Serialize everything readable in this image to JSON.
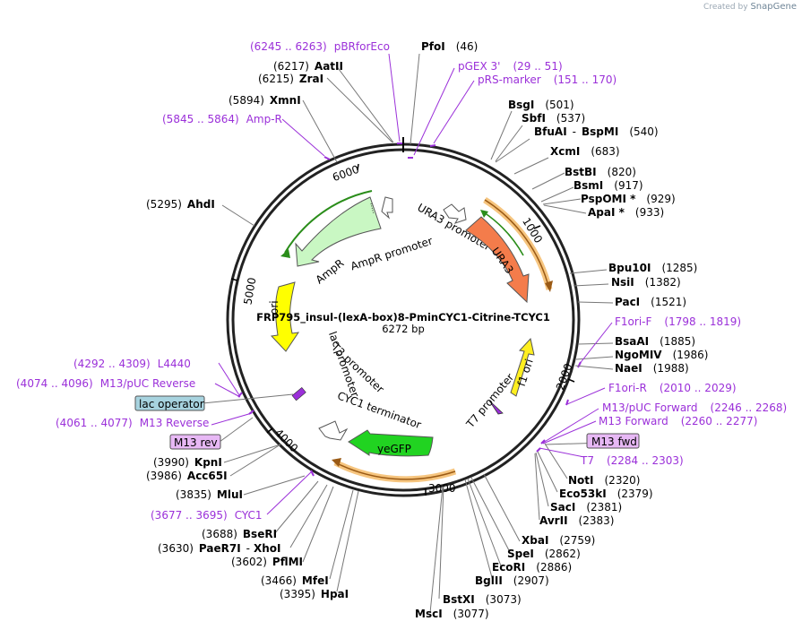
{
  "brand": {
    "created_by": "Created by",
    "name": "SnapGene"
  },
  "plasmid": {
    "name": "FRP795_insul-(lexA-box)8-PminCYC1-Citrine-TCYC1",
    "length_label": "6272 bp"
  },
  "ticks": [
    "1000",
    "2000",
    "3000",
    "4000",
    "5000",
    "6000"
  ],
  "enzymes": [
    {
      "name": "PfoI",
      "pos": "(46)"
    },
    {
      "name": "BsgI",
      "pos": "(501)"
    },
    {
      "name": "SbfI",
      "pos": "(537)"
    },
    {
      "name": "BfuAI",
      "name2": "BspMI",
      "pos": "(540)"
    },
    {
      "name": "XcmI",
      "pos": "(683)"
    },
    {
      "name": "BstBI",
      "pos": "(820)"
    },
    {
      "name": "BsmI",
      "pos": "(917)"
    },
    {
      "name": "PspOMI *",
      "pos": "(929)"
    },
    {
      "name": "ApaI *",
      "pos": "(933)"
    },
    {
      "name": "Bpu10I",
      "pos": "(1285)"
    },
    {
      "name": "NsiI",
      "pos": "(1382)"
    },
    {
      "name": "PacI",
      "pos": "(1521)"
    },
    {
      "name": "BsaAI",
      "pos": "(1885)"
    },
    {
      "name": "NgoMIV",
      "pos": "(1986)"
    },
    {
      "name": "NaeI",
      "pos": "(1988)"
    },
    {
      "name": "NotI",
      "pos": "(2320)"
    },
    {
      "name": "Eco53kI",
      "pos": "(2379)"
    },
    {
      "name": "SacI",
      "pos": "(2381)"
    },
    {
      "name": "AvrII",
      "pos": "(2383)"
    },
    {
      "name": "XbaI",
      "pos": "(2759)"
    },
    {
      "name": "SpeI",
      "pos": "(2862)"
    },
    {
      "name": "EcoRI",
      "pos": "(2886)"
    },
    {
      "name": "BglII",
      "pos": "(2907)"
    },
    {
      "name": "BstXI",
      "pos": "(3073)"
    },
    {
      "name": "MscI",
      "pos": "(3077)"
    },
    {
      "name": "HpaI",
      "pos": "(3395)"
    },
    {
      "name": "MfeI",
      "pos": "(3466)"
    },
    {
      "name": "PflMI",
      "pos": "(3602)"
    },
    {
      "name": "PaeR7I",
      "name2": "XhoI",
      "pos": "(3630)"
    },
    {
      "name": "BseRI",
      "pos": "(3688)"
    },
    {
      "name": "MluI",
      "pos": "(3835)"
    },
    {
      "name": "Acc65I",
      "pos": "(3986)"
    },
    {
      "name": "KpnI",
      "pos": "(3990)"
    },
    {
      "name": "AhdI",
      "pos": "(5295)"
    },
    {
      "name": "XmnI",
      "pos": "(5894)"
    },
    {
      "name": "ZraI",
      "pos": "(6215)"
    },
    {
      "name": "AatII",
      "pos": "(6217)"
    }
  ],
  "primers": [
    {
      "name": "pBRforEco",
      "range": "(6245 .. 6263)"
    },
    {
      "name": "pGEX 3'",
      "range": "(29 .. 51)"
    },
    {
      "name": "pRS-marker",
      "range": "(151 .. 170)"
    },
    {
      "name": "Amp-R",
      "range": "(5845 .. 5864)"
    },
    {
      "name": "F1ori-F",
      "range": "(1798 .. 1819)"
    },
    {
      "name": "F1ori-R",
      "range": "(2010 .. 2029)"
    },
    {
      "name": "M13/pUC Forward",
      "range": "(2246 .. 2268)"
    },
    {
      "name": "M13 Forward",
      "range": "(2260 .. 2277)"
    },
    {
      "name": "T7",
      "range": "(2284 .. 2303)"
    },
    {
      "name": "L4440",
      "range": "(4292 .. 4309)"
    },
    {
      "name": "M13/pUC Reverse",
      "range": "(4074 .. 4096)"
    },
    {
      "name": "M13 Reverse",
      "range": "(4061 .. 4077)"
    },
    {
      "name": "CYC1",
      "range": "(3677 .. 3695)"
    }
  ],
  "boxed_labels": {
    "m13_fwd": "M13 fwd",
    "m13_rev": "M13 rev",
    "lac_operator": "lac operator"
  },
  "features": {
    "ura3": "URA3",
    "ura3_promoter": "URA3 promoter",
    "ampr": "AmpR",
    "ampr_promoter": "AmpR promoter",
    "ori": "ori",
    "f1_ori": "f1 ori",
    "t7_promoter": "T7 promoter",
    "lac_promoter": "lac promoter",
    "t3_promoter": "T3 promoter",
    "cyc1_terminator": "CYC1 terminator",
    "yegfp": "yeGFP"
  },
  "colors": {
    "primer": "#9b30d9",
    "ura3": "#f47c4b",
    "ampr": "#c9f7c3",
    "ori": "#ffff00",
    "f1_ori": "#ffef20",
    "yegfp": "#21d321",
    "orf_glow": "#f6c57f",
    "orf_brown": "#9a5a15",
    "orf_green": "#2a8d1a",
    "lac_operator_box": "#a7d3df",
    "primer_box": "#e7b8f5"
  }
}
